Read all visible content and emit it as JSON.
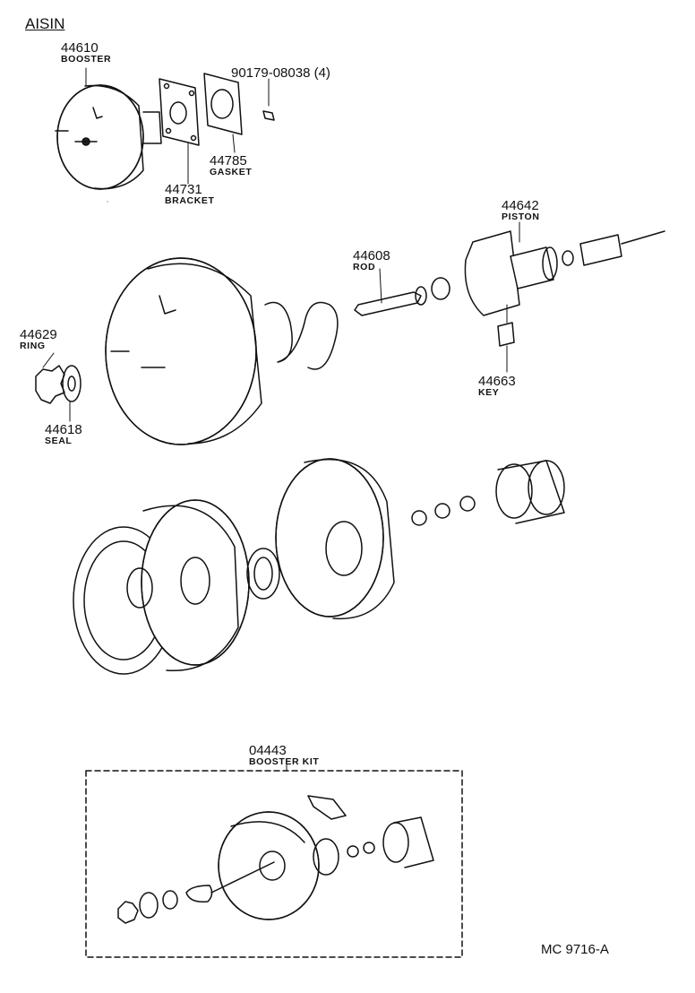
{
  "header": {
    "brand": "AISIN"
  },
  "parts": [
    {
      "number": "44610",
      "name": "BOOSTER"
    },
    {
      "number": "90179-08038 (4)",
      "name": ""
    },
    {
      "number": "44785",
      "name": "GASKET"
    },
    {
      "number": "44731",
      "name": "BRACKET"
    },
    {
      "number": "44642",
      "name": "PISTON"
    },
    {
      "number": "44608",
      "name": "ROD"
    },
    {
      "number": "44629",
      "name": "RING"
    },
    {
      "number": "44663",
      "name": "KEY"
    },
    {
      "number": "44618",
      "name": "SEAL"
    },
    {
      "number": "04443",
      "name": "BOOSTER KIT"
    }
  ],
  "footer": {
    "code": "MC  9716-A"
  }
}
